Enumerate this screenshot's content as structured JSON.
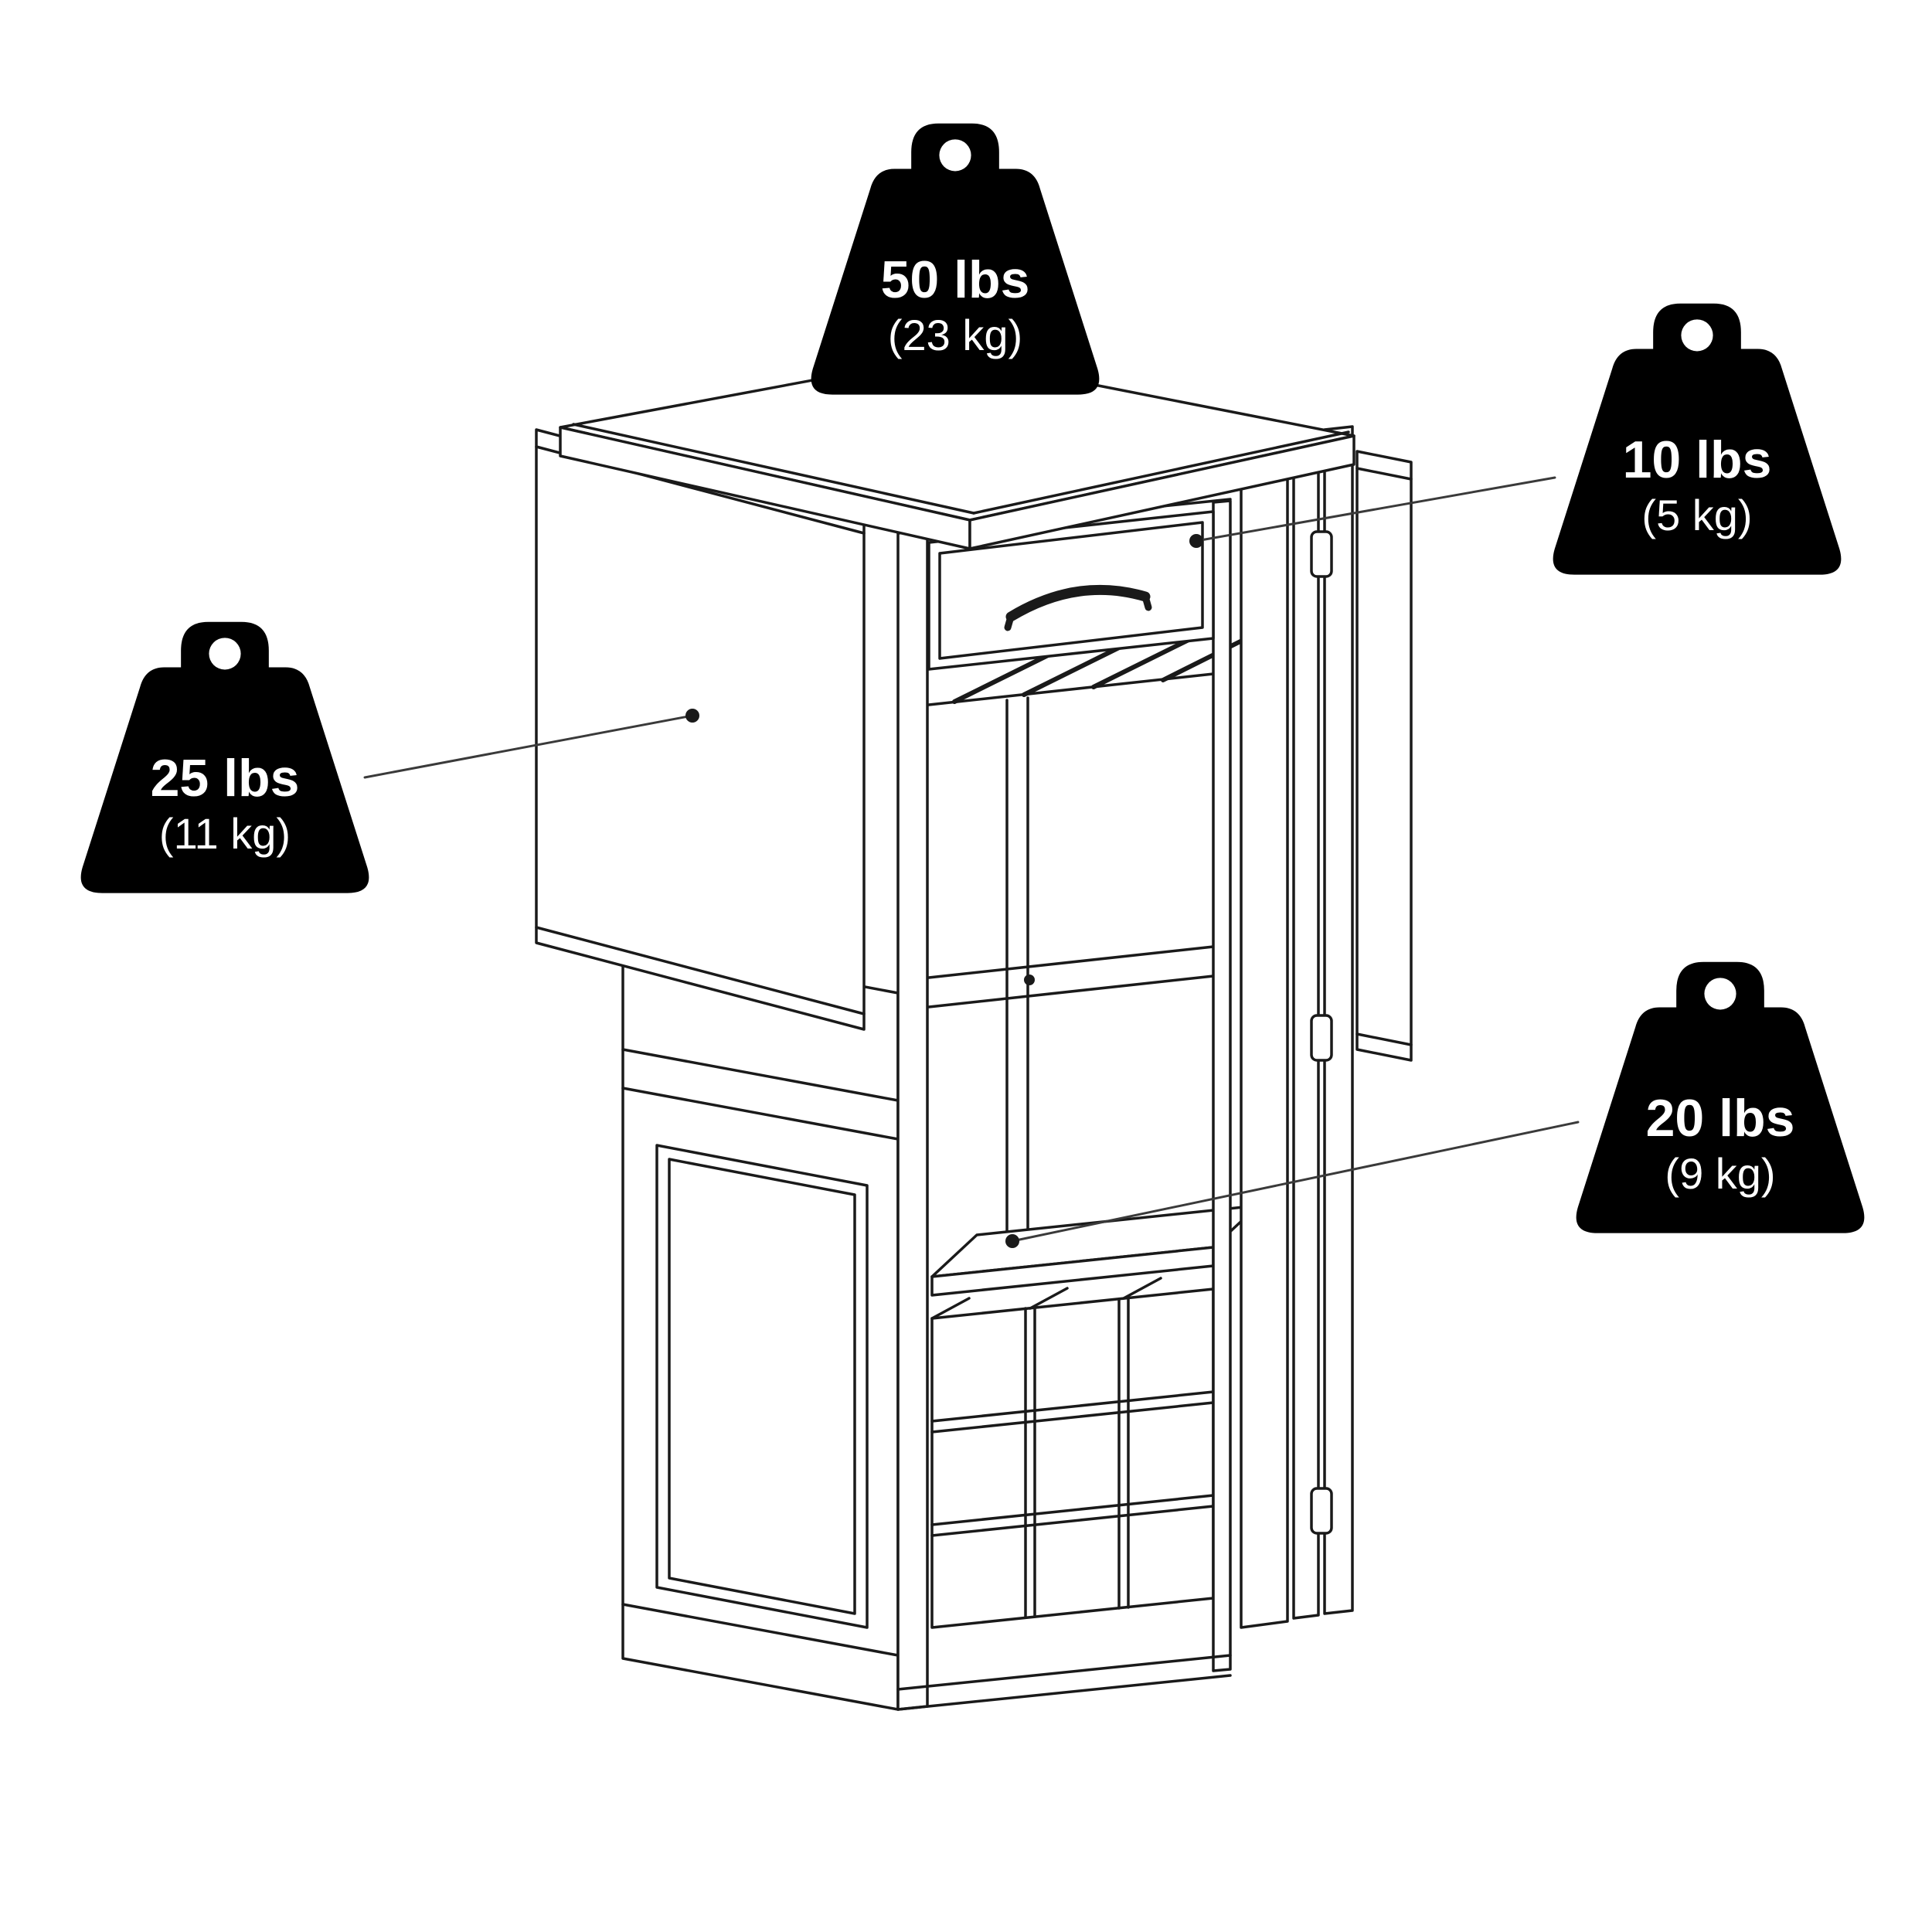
{
  "illustration": {
    "name": "bar-cabinet-line-drawing",
    "parts_pointed_to": [
      "tabletop",
      "drawer",
      "drop-leaf",
      "shelf"
    ]
  },
  "weights": [
    {
      "name": "tabletop-capacity",
      "lbs": "50 lbs",
      "kg": "(23 kg)"
    },
    {
      "name": "drawer-capacity",
      "lbs": "10 lbs",
      "kg": "(5 kg)"
    },
    {
      "name": "drop-leaf-capacity",
      "lbs": "25 lbs",
      "kg": "(11 kg)"
    },
    {
      "name": "shelf-capacity",
      "lbs": "20 lbs",
      "kg": "(9 kg)"
    }
  ],
  "icons": {
    "weight-icon": "black weight silhouette with knob hole"
  },
  "colors": {
    "ink": "#1a1a1a",
    "weight_fill": "#000000",
    "background": "#ffffff",
    "leader_line": "#3a3a3a"
  }
}
